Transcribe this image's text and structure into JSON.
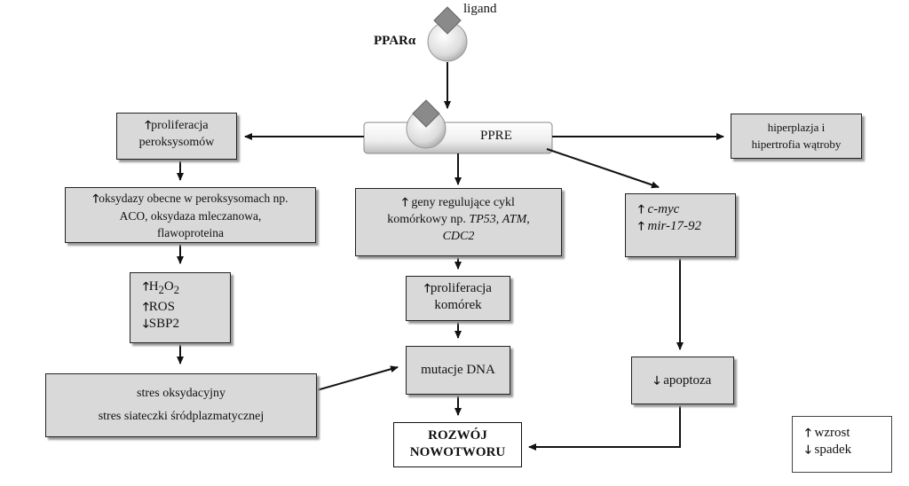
{
  "top": {
    "ligand_label": "ligand",
    "receptor_label": "PPARα"
  },
  "center": {
    "ppre_label": "PPRE"
  },
  "boxes": {
    "peroxisome_proliferation": {
      "line1": "proliferacja",
      "line2": "peroksysomów"
    },
    "liver": {
      "line1": "hiperplazja i",
      "line2": "hipertrofia wątroby"
    },
    "oxidases": {
      "line1": "oksydazy obecne w peroksysomach np.",
      "line2": "ACO, oksydaza mleczanowa,",
      "line3": "flawoproteina"
    },
    "cell_cycle_genes": {
      "line1": "geny regulujące cykl",
      "line2_plain": "komórkowy np. ",
      "gene1": "TP53",
      "sep1": ", ",
      "gene2": "ATM",
      "sep2": ",",
      "gene3": "CDC2"
    },
    "oncogenes": {
      "item1": "c-myc",
      "item2": "mir-17-92"
    },
    "ros": {
      "item1_base": "H",
      "item1_sub1": "2",
      "item1_mid": "O",
      "item1_sub2": "2",
      "item2": "ROS",
      "item3": "SBP2"
    },
    "cell_proliferation": {
      "line1": "proliferacja",
      "line2": "komórek"
    },
    "dna_mutations": {
      "label": "mutacje DNA"
    },
    "apoptosis": {
      "label": "apoptoza"
    },
    "stress": {
      "line1": "stres oksydacyjny",
      "line2": "stres siateczki śródplazmatycznej"
    },
    "cancer": {
      "line1": "ROZWÓJ",
      "line2": "NOWOTWORU"
    }
  },
  "legend": {
    "increase": "wzrost",
    "decrease": "spadek"
  },
  "symbols": {
    "up": "🡑",
    "down": "🡓"
  }
}
